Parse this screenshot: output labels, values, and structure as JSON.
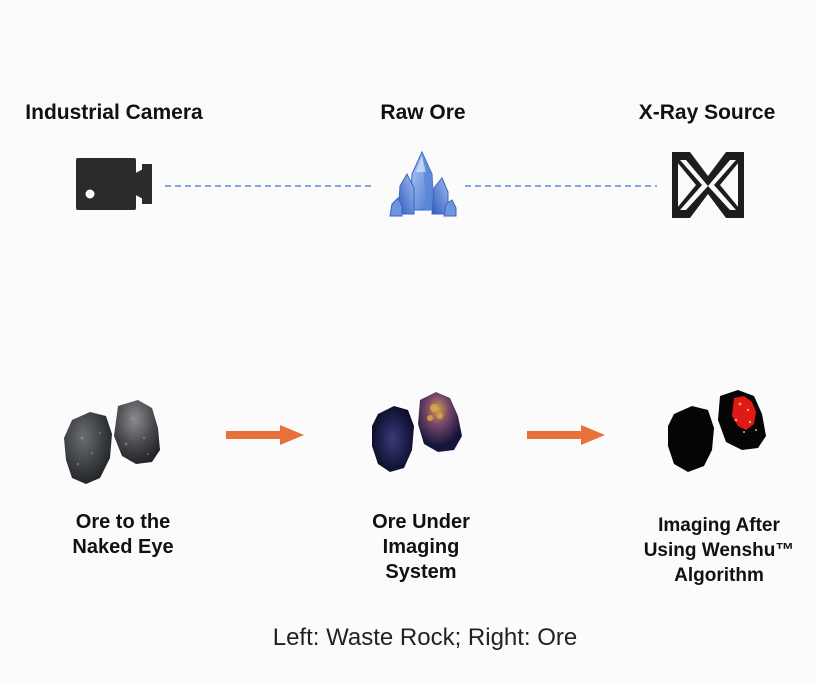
{
  "top": {
    "camera_label": "Industrial Camera",
    "ore_label": "Raw Ore",
    "xray_label": "X-Ray Source",
    "icons": [
      "camera-icon",
      "crystal-icon",
      "xray-source-icon"
    ],
    "connector_color": "#5b8bd4"
  },
  "bottom": {
    "stage1": {
      "line1": "Ore to the",
      "line2": "Naked Eye"
    },
    "stage2": {
      "line1": "Ore Under",
      "line2": "Imaging",
      "line3": "System"
    },
    "stage3": {
      "line1": "Imaging After",
      "line2": "Using Wenshu™",
      "line3": "Algorithm"
    },
    "arrow_color": "#e8703a"
  },
  "legend": "Left: Waste Rock; Right: Ore"
}
